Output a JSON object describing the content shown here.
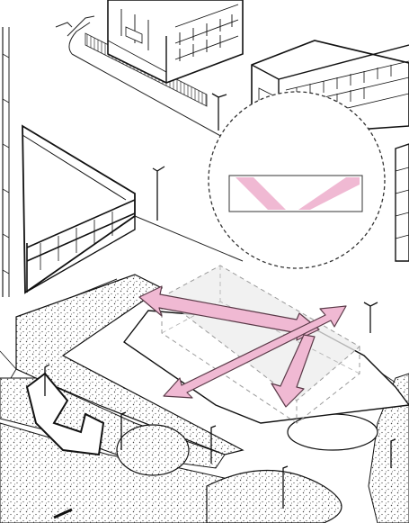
{
  "illustration": {
    "style": "isometric line drawing",
    "colors": {
      "ink": "#1a1a1a",
      "paper": "#ffffff",
      "arrow_fill": "#f0b9d3",
      "arrow_stroke": "#5a3a48",
      "focus_area_fill": "#ececec",
      "focus_area_stroke": "#9a9a9a",
      "stipple": "#444444",
      "callout_stroke": "#333333"
    },
    "elements": [
      "apartment-block-top",
      "apartment-block-right",
      "low-building-left",
      "street-lamps",
      "focus-volume",
      "pedestrian-flow-arrows",
      "magnifier-callout",
      "stippled-landscape"
    ],
    "arrow_count": 3
  }
}
